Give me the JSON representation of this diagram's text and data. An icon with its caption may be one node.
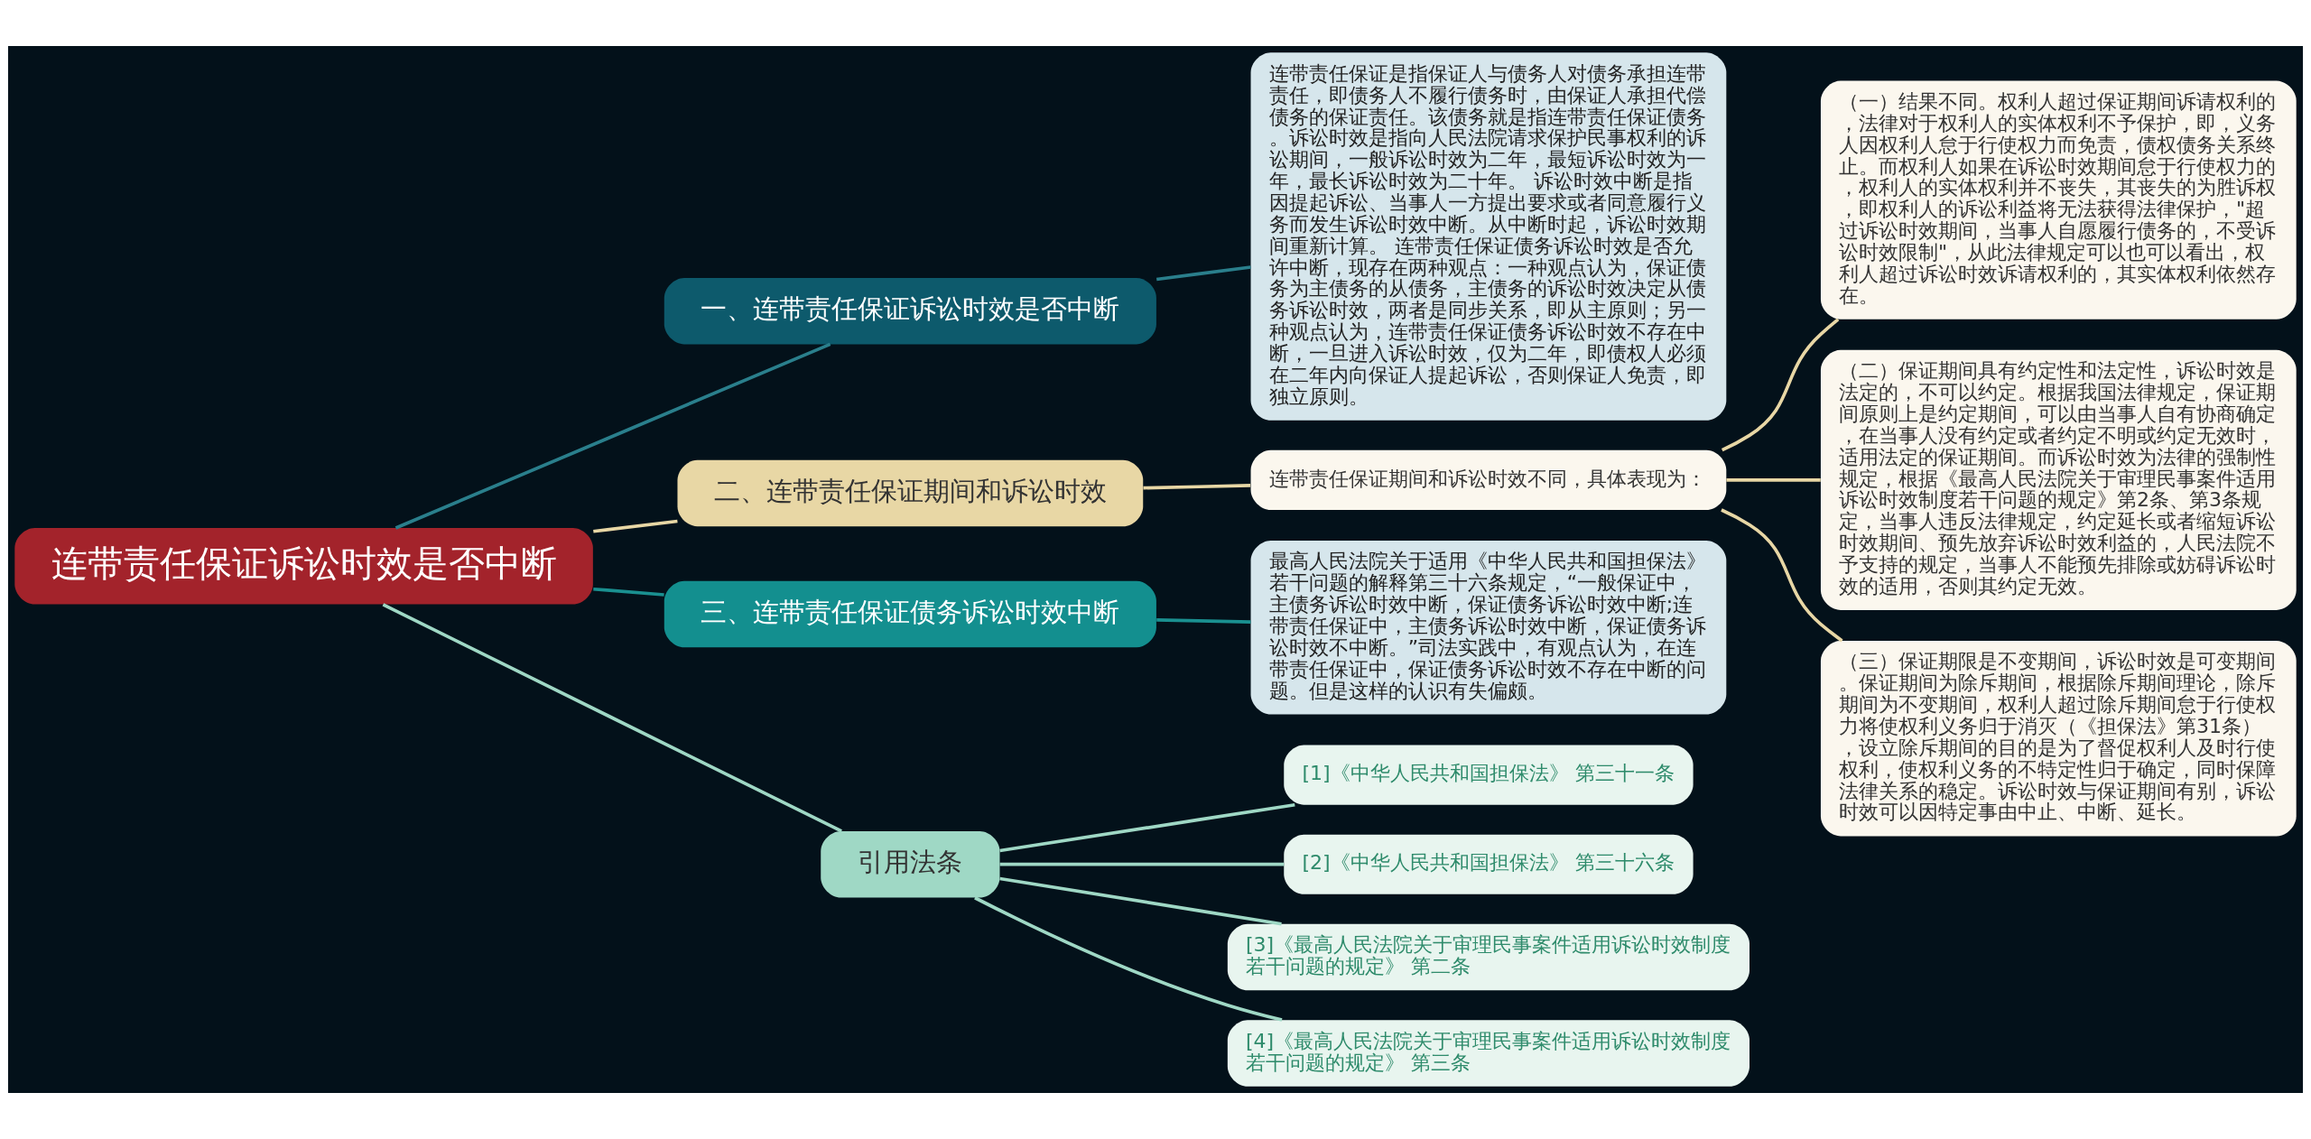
{
  "diagram": {
    "nodes": [
      {
        "text": [
          "连带责任保证诉讼时效是否中断"
        ]
      },
      {
        "text": [
          "一、连带责任保证诉讼时效是否中断"
        ]
      },
      {
        "text": [
          "连带责任保证是指保证人与债务人对债务承担连带责任，即债务人不履行债务时，由保证人承担代偿债务的保证责任。该债务就是指连带责任保证债务。诉讼时效是指向人民法院请求保护民事权利的诉讼期间，一般诉讼时效为二年，最短诉讼时效为一年，最长诉讼时效为二十年。 诉讼时效中断是指因提起诉讼、当事人一方提出要求或者同意履行义务而发生诉讼时效中断。从中断时起，诉讼时效期间重新计算。 连带责任保证债务诉讼时效是否允许中断，现存在两种观点：一种观点认为，保证债务为主债务的从债务，主债务的诉讼时效决定从债务诉讼时效，两者是同步关系，即从主原则；另一种观点认为，连带责任保证债务诉讼时效不存在中断，一旦进入诉讼时效，仅为二年，即债权人必须在二年内向保证人提起诉讼，否则保证人免责，即独立原则。"
        ]
      },
      {
        "text": [
          "二、连带责任保证期间和诉讼时效"
        ]
      },
      {
        "text": [
          "连带责任保证期间和诉讼时效不同，具体表现为："
        ]
      },
      {
        "text": [
          "（一）结果不同。权利人超过保证期间诉请权利的，法律对于权利人的实体权利不予保护，即，义务人因权利人怠于行使权力而免责，债权债务关系终止。而权利人如果在诉讼时效期间怠于行使权力的，权利人的实体权利并不丧失，其丧失的为胜诉权，即权利人的诉讼利益将无法获得法律保护，\"超过诉讼时效期间，当事人自愿履行债务的，不受诉讼时效限制\"，从此法律规定可以也可以看出，权利人超过诉讼时效诉请权利的，其实体权利依然存在。"
        ]
      },
      {
        "text": [
          "（二）保证期间具有约定性和法定性，诉讼时效是法定的，不可以约定。根据我国法律规定，保证期间原则上是约定期间，可以由当事人自有协商确定，在当事人没有约定或者约定不明或约定无效时，适用法定的保证期间。而诉讼时效为法律的强制性规定，根据《最高人民法院关于审理民事案件适用诉讼时效制度若干问题的规定》第2条、第3条规定，当事人违反法律规定，约定延长或者缩短诉讼时效期间、预先放弃诉讼时效利益的，人民法院不予支持的规定，当事人不能预先排除或妨碍诉讼时效的适用，否则其约定无效。"
        ]
      },
      {
        "text": [
          "（三）保证期限是不变期间，诉讼时效是可变期间。保证期间为除斥期间，根据除斥期间理论，除斥期间为不变期间，权利人超过除斥期间怠于行使权力将使权利义务归于消灭（《担保法》第31条），设立除斥期间的目的是为了督促权利人及时行使权利，使权利义务的不特定性归于确定，同时保障法律关系的稳定。诉讼时效与保证期间有别，诉讼时效可以因特定事由中止、中断、延长。"
        ]
      },
      {
        "text": [
          "三、连带责任保证债务诉讼时效中断"
        ]
      },
      {
        "text": [
          "最高人民法院关于适用《中华人民共和国担保法》若干问题的解释第三十六条规定，“一般保证中，主债务诉讼时效中断，保证债务诉讼时效中断;连带责任保证中，主债务诉讼时效中断，保证债务诉讼时效不中断。”司法实践中，有观点认为，在连带责任保证中，保证债务诉讼时效不存在中断的问题。但是这样的认识有失偏颇。"
        ]
      },
      {
        "text": [
          "引用法条"
        ]
      },
      {
        "text": [
          "[1]《中华人民共和国担保法》 第三十一条"
        ]
      },
      {
        "text": [
          "[2]《中华人民共和国担保法》 第三十六条"
        ]
      },
      {
        "text": [
          "[3]《最高人民法院关于审理民事案件适用诉讼时效制度若干问题的规定》 第二条"
        ]
      },
      {
        "text": [
          "[4]《最高人民法院关于审理民事案件适用诉讼时效制度若干问题的规定》 第三条"
        ]
      }
    ],
    "edges": [
      {
        "from": 0,
        "to": 1,
        "arrow": "none",
        "color": "#2a7f8c"
      },
      {
        "from": 1,
        "to": 2,
        "arrow": "none",
        "color": "#2a7f8c"
      },
      {
        "from": 0,
        "to": 3,
        "arrow": "none",
        "color": "#e8d7a5"
      },
      {
        "from": 3,
        "to": 4,
        "arrow": "none",
        "color": "#e8d7a5"
      },
      {
        "from": 4,
        "to": 5,
        "arrow": "none",
        "color": "#e8d7a5"
      },
      {
        "from": 4,
        "to": 6,
        "arrow": "none",
        "color": "#e8d7a5"
      },
      {
        "from": 4,
        "to": 7,
        "arrow": "none",
        "color": "#e8d7a5"
      },
      {
        "from": 0,
        "to": 8,
        "arrow": "none",
        "color": "#1a9090"
      },
      {
        "from": 8,
        "to": 9,
        "arrow": "none",
        "color": "#1a9090"
      },
      {
        "from": 0,
        "to": 10,
        "arrow": "none",
        "color": "#9fd8c5"
      },
      {
        "from": 10,
        "to": 11,
        "arrow": "none",
        "color": "#9fd8c5"
      },
      {
        "from": 10,
        "to": 12,
        "arrow": "none",
        "color": "#9fd8c5"
      },
      {
        "from": 10,
        "to": 13,
        "arrow": "none",
        "color": "#9fd8c5"
      },
      {
        "from": 10,
        "to": 14,
        "arrow": "none",
        "color": "#9fd8c5"
      }
    ]
  }
}
